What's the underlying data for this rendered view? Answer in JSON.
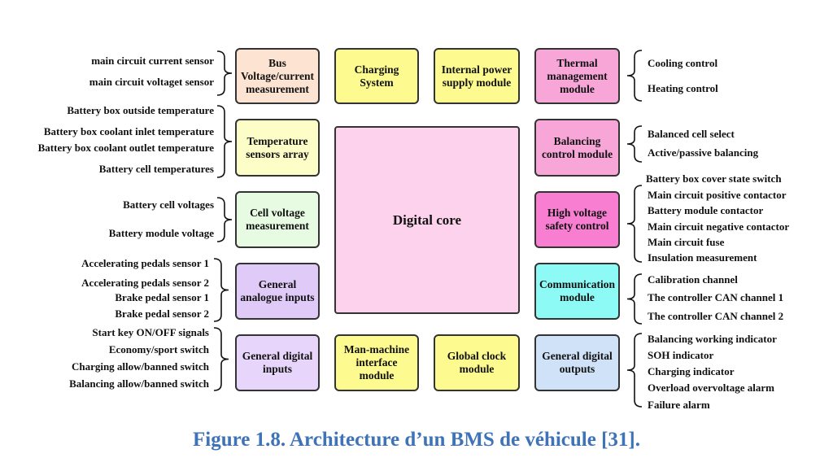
{
  "modules": {
    "bus": "Bus\nVoltage/current\nmeasurement",
    "charging": "Charging\nSystem",
    "internal_power": "Internal power\nsupply module",
    "thermal": "Thermal\nmanagement\nmodule",
    "temperature": "Temperature\nsensors array",
    "balancing": "Balancing\ncontrol module",
    "cell_voltage": "Cell voltage\nmeasurement",
    "high_voltage": "High voltage\nsafety control",
    "digital_core": "Digital core",
    "analogue": "General\nanalogue inputs",
    "communication": "Communication\nmodule",
    "digital_inputs": "General digital\ninputs",
    "man_machine": "Man-machine\ninterface module",
    "global_clock": "Global clock\nmodule",
    "digital_outputs": "General digital\noutputs"
  },
  "left_labels": {
    "bus": [
      "main circuit current sensor",
      "main circuit voltaget sensor"
    ],
    "temperature": [
      "Battery box outside temperature",
      "Battery box coolant inlet temperature",
      "Battery box coolant outlet temperature",
      "Battery cell temperatures"
    ],
    "cell_voltage": [
      "Battery cell voltages",
      "Battery module voltage"
    ],
    "analogue": [
      "Accelerating pedals sensor 1",
      "Accelerating pedals sensor 2",
      "Brake pedal sensor 1",
      "Brake pedal sensor 2"
    ],
    "digital_inputs": [
      "Start key ON/OFF signals",
      "Economy/sport switch",
      "Charging allow/banned switch",
      "Balancing allow/banned switch"
    ]
  },
  "right_labels": {
    "thermal": [
      "Cooling control",
      "Heating control"
    ],
    "balancing": [
      "Balanced cell select",
      "Active/passive balancing"
    ],
    "high_voltage": [
      "Battery box cover state switch",
      "Main circuit positive contactor",
      "Battery module contactor",
      "Main circuit negative contactor",
      "Main circuit fuse",
      "Insulation measurement"
    ],
    "communication": [
      "Calibration channel",
      "The controller CAN channel 1",
      "The controller CAN channel 2"
    ],
    "digital_outputs": [
      "Balancing working indicator",
      "SOH indicator",
      "Charging indicator",
      "Overload overvoltage alarm",
      "Failure alarm"
    ]
  },
  "colors": {
    "bus": "#fde3d1",
    "charging": "#fdfb8f",
    "internal_power": "#fdfb8f",
    "thermal": "#f8a6d8",
    "temperature": "#fdfdc8",
    "balancing": "#f8a6d8",
    "cell_voltage": "#e6fbe2",
    "high_voltage": "#f77ed0",
    "digital_core": "#fdd2ec",
    "analogue": "#dfcaf8",
    "communication": "#8dfaf6",
    "digital_inputs": "#e8d5fb",
    "man_machine": "#fdfb8f",
    "global_clock": "#fdfb8f",
    "digital_outputs": "#cfe2f8",
    "caption": "#3f73b7"
  },
  "caption": "Figure 1.8. Architecture d’un BMS de véhicule [31]."
}
